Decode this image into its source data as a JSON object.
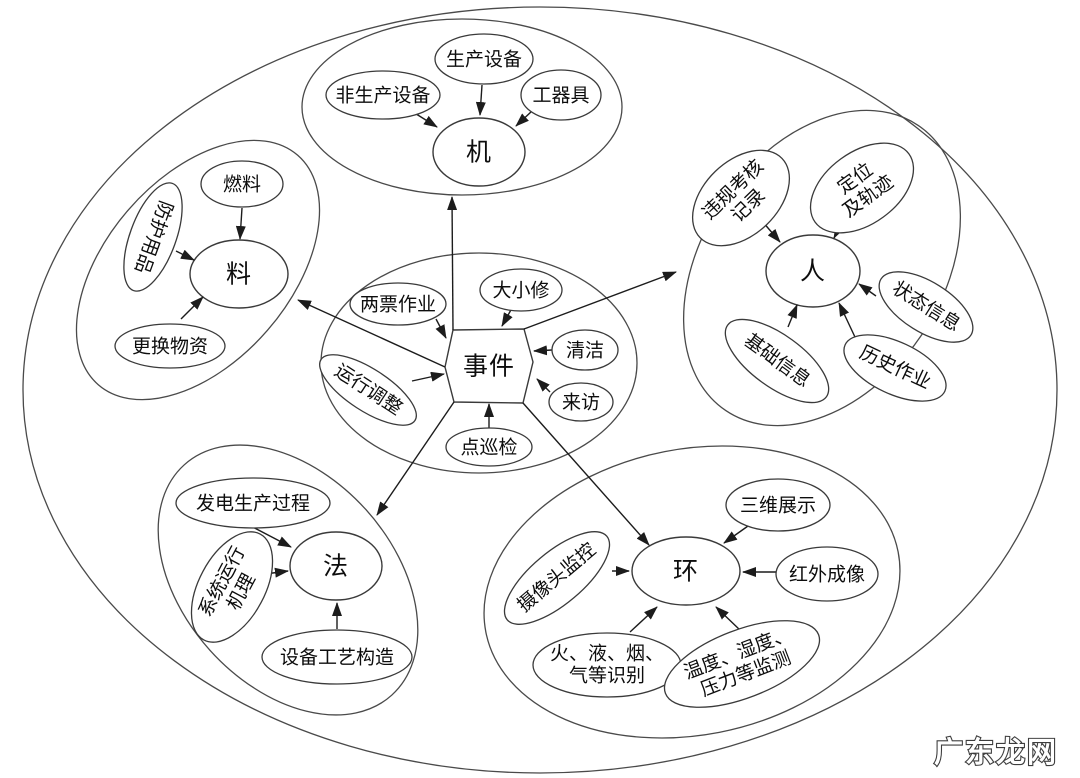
{
  "center": {
    "node": "事件",
    "satellites": {
      "two_ticket": "两票作业",
      "overhaul": "大小修",
      "cleaning": "清洁",
      "visit": "来访",
      "spot_inspection": "点巡检",
      "operation_adjust": "运行调整"
    }
  },
  "machine": {
    "node": "机",
    "production_equipment": "生产设备",
    "non_production_equipment": "非生产设备",
    "tools": "工器具"
  },
  "person": {
    "node": "人",
    "violation_line1": "违规考核",
    "violation_line2": "记录",
    "location_line1": "定位",
    "location_line2": "及轨迹",
    "status_info": "状态信息",
    "history_work": "历史作业",
    "basic_info": "基础信息"
  },
  "material": {
    "node": "料",
    "fuel": "燃料",
    "protective_supplies": "防护用品",
    "replacement_materials": "更换物资"
  },
  "method": {
    "node": "法",
    "power_generation_process": "发电生产过程",
    "system_operation_line1": "系统运行",
    "system_operation_line2": "机理",
    "equipment_process_structure": "设备工艺构造"
  },
  "environment": {
    "node": "环",
    "three_d_display": "三维展示",
    "infrared_imaging": "红外成像",
    "camera_monitoring": "摄像头监控",
    "fire_liquid_line1": "火、液、烟、",
    "fire_liquid_line2": "气等识别",
    "temperature_line1": "温度、湿度、",
    "temperature_line2": "压力等监测"
  },
  "watermark": {
    "text": "广东龙网",
    "color": "#3d3d3d"
  }
}
